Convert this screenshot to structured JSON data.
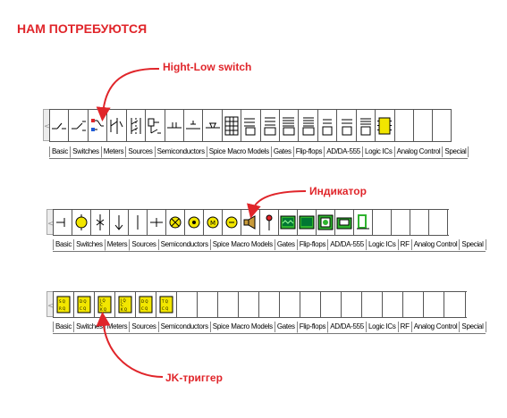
{
  "title": "НАМ ПОТРЕБУЮТСЯ",
  "annotations": {
    "high_low": "Hight-Low switch",
    "indicator": "Индикатор",
    "jk": "JK-триггер"
  },
  "toolbar1": {
    "tabs": [
      "Basic",
      "Switches",
      "Meters",
      "Sources",
      "Semiconductors",
      "Spice Macro Models",
      "Gates",
      "Flip-flops",
      "AD/DA-555",
      "Logic ICs",
      "Analog Control",
      "Special"
    ],
    "active": "Switches"
  },
  "toolbar2": {
    "tabs": [
      "Basic",
      "Switches",
      "Meters",
      "Sources",
      "Semiconductors",
      "Spice Macro Models",
      "Gates",
      "Flip-flops",
      "AD/DA-555",
      "Logic ICs",
      "RF",
      "Analog Control",
      "Special"
    ],
    "active": "Meters"
  },
  "toolbar3": {
    "tabs": [
      "Basic",
      "Switches",
      "Meters",
      "Sources",
      "Semiconductors",
      "Spice Macro Models",
      "Gates",
      "Flip-flops",
      "AD/DA-555",
      "Logic ICs",
      "RF",
      "Analog Control",
      "Special"
    ],
    "active": "Flip-flops"
  },
  "colors": {
    "accent_red": "#e0252a",
    "chip_yellow": "#f2e600",
    "led_green": "#2fb32f"
  }
}
